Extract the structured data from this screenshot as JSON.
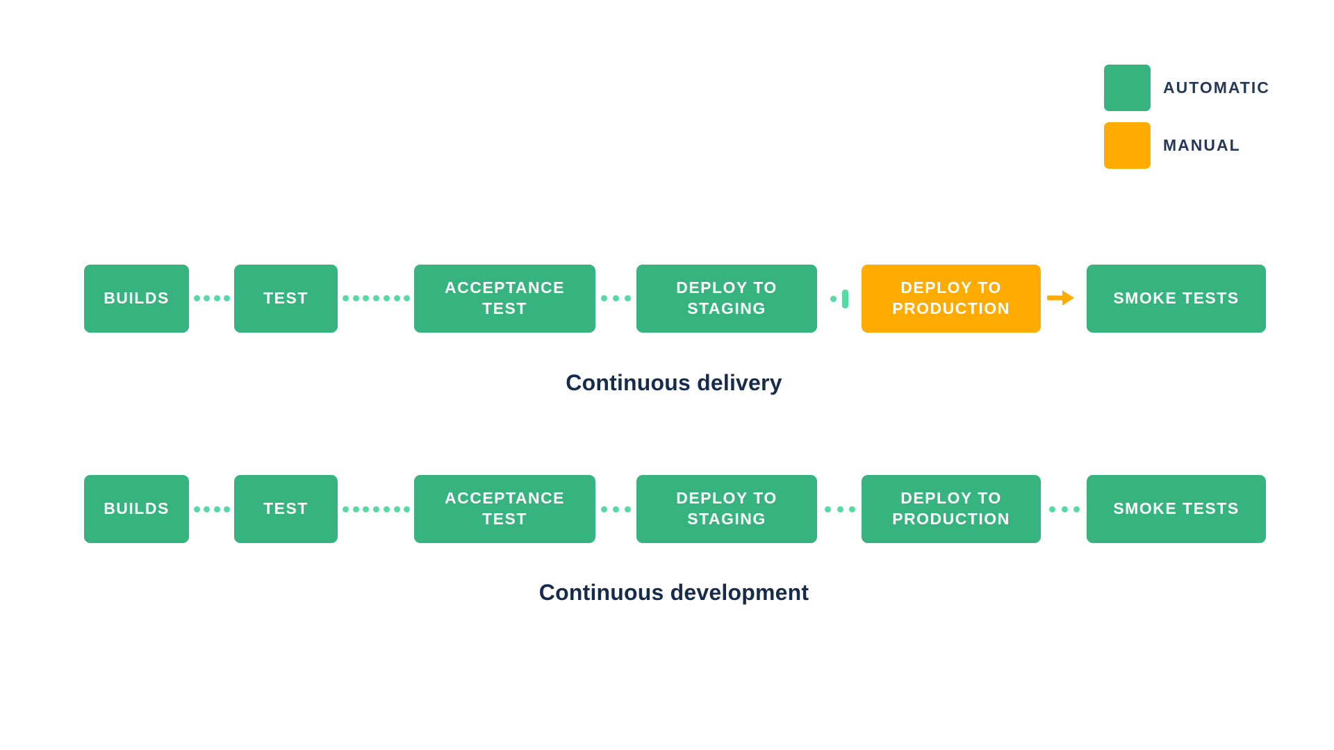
{
  "colors": {
    "automatic": "#36b37e",
    "manual": "#ffab00",
    "connector": "#57d9a3",
    "caption": "#172b4d",
    "legend-text": "#253858"
  },
  "legend": {
    "items": [
      {
        "label": "AUTOMATIC",
        "mode": "automatic"
      },
      {
        "label": "MANUAL",
        "mode": "manual"
      }
    ]
  },
  "pipelines": [
    {
      "caption": "Continuous delivery",
      "steps": [
        {
          "label": "BUILDS",
          "mode": "automatic"
        },
        {
          "label": "TEST",
          "mode": "automatic"
        },
        {
          "label": "ACCEPTANCE TEST",
          "mode": "automatic"
        },
        {
          "label": "DEPLOY TO STAGING",
          "mode": "automatic"
        },
        {
          "label": "DEPLOY TO PRODUCTION",
          "mode": "manual"
        },
        {
          "label": "SMOKE TESTS",
          "mode": "automatic"
        }
      ],
      "connectors": [
        {
          "type": "dots",
          "count": 4
        },
        {
          "type": "dots",
          "count": 7
        },
        {
          "type": "dots",
          "count": 3
        },
        {
          "type": "manual-gate",
          "count": 1
        },
        {
          "type": "arrow",
          "count": 1
        }
      ]
    },
    {
      "caption": "Continuous development",
      "steps": [
        {
          "label": "BUILDS",
          "mode": "automatic"
        },
        {
          "label": "TEST",
          "mode": "automatic"
        },
        {
          "label": "ACCEPTANCE TEST",
          "mode": "automatic"
        },
        {
          "label": "DEPLOY TO STAGING",
          "mode": "automatic"
        },
        {
          "label": "DEPLOY TO PRODUCTION",
          "mode": "automatic"
        },
        {
          "label": "SMOKE TESTS",
          "mode": "automatic"
        }
      ],
      "connectors": [
        {
          "type": "dots",
          "count": 4
        },
        {
          "type": "dots",
          "count": 7
        },
        {
          "type": "dots",
          "count": 3
        },
        {
          "type": "dots",
          "count": 3
        },
        {
          "type": "dots",
          "count": 3
        }
      ]
    }
  ]
}
